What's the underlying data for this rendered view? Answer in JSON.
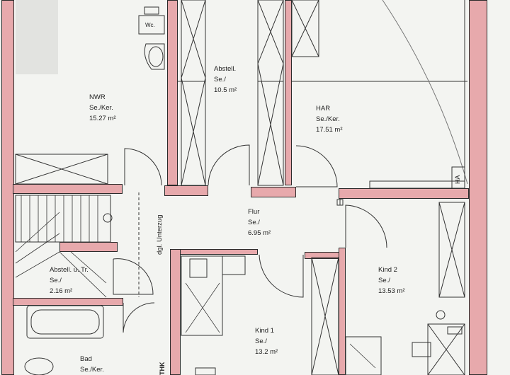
{
  "plan": {
    "rooms": [
      {
        "id": "nwr",
        "name": "NWR",
        "use": "Se./Ker.",
        "area": "15.27 m²"
      },
      {
        "id": "abstell",
        "name": "Abstell.",
        "use": "Se./",
        "area": "10.5 m²"
      },
      {
        "id": "har",
        "name": "HAR",
        "use": "Se./Ker.",
        "area": "17.51 m²"
      },
      {
        "id": "flur",
        "name": "Flur",
        "use": "Se./",
        "area": "6.95 m²"
      },
      {
        "id": "abstell_tr",
        "name": "Abstell. u. Tr.",
        "use": "Se./",
        "area": "2.16 m²"
      },
      {
        "id": "kind2",
        "name": "Kind 2",
        "use": "Se./",
        "area": "13.53 m²"
      },
      {
        "id": "kind1",
        "name": "Kind 1",
        "use": "Se./",
        "area": "13.2 m²"
      },
      {
        "id": "bad",
        "name": "Bad",
        "use": "Se./Ker.",
        "area": ""
      }
    ],
    "annotations": {
      "wc": "Wc.",
      "ha": "HA",
      "unterzug": "dgl. Unterzug",
      "thk": "THK"
    }
  }
}
